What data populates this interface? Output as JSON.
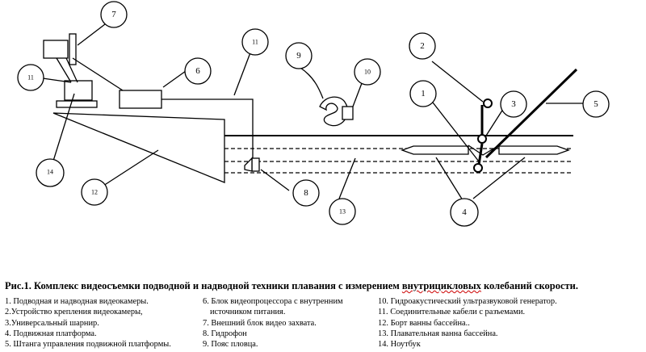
{
  "figure": {
    "caption_bold": "Рис.1. Комплекс видеосъемки  подводной и надводной техники плавания с измерением ",
    "caption_bold_underlined": "внутрицикловых",
    "caption_bold_tail": " колебаний скорости."
  },
  "callouts": {
    "c1": "1",
    "c2": "2",
    "c3": "3",
    "c4": "4",
    "c5": "5",
    "c6": "6",
    "c7": "7",
    "c8": "8",
    "c9": "9",
    "c10": "10",
    "c11a": "11",
    "c11b": "11",
    "c12": "12",
    "c13": "13",
    "c14": "14"
  },
  "legend": {
    "col1": [
      "1. Подводная и надводная видеокамеры.",
      "2.Устройство крепления видеокамеры,",
      "3.Универсальный шарнир.",
      "4. Подвижная платформа.",
      "5. Штанга управления подвижной платформы."
    ],
    "col2": [
      "6. Блок видеопроцессора с внутренним",
      "источником питания.",
      "7. Внешний блок видео захвата.",
      "8. Гидрофон",
      "9. Пояс пловца."
    ],
    "col3": [
      "10. Гидроакустический ультразвуковой генератор.",
      "11. Соединительные кабели с разъемами.",
      "12. Борт ванны бассейна..",
      "13. Плавательная ванна бассейна.",
      "14.  Ноутбук"
    ]
  }
}
